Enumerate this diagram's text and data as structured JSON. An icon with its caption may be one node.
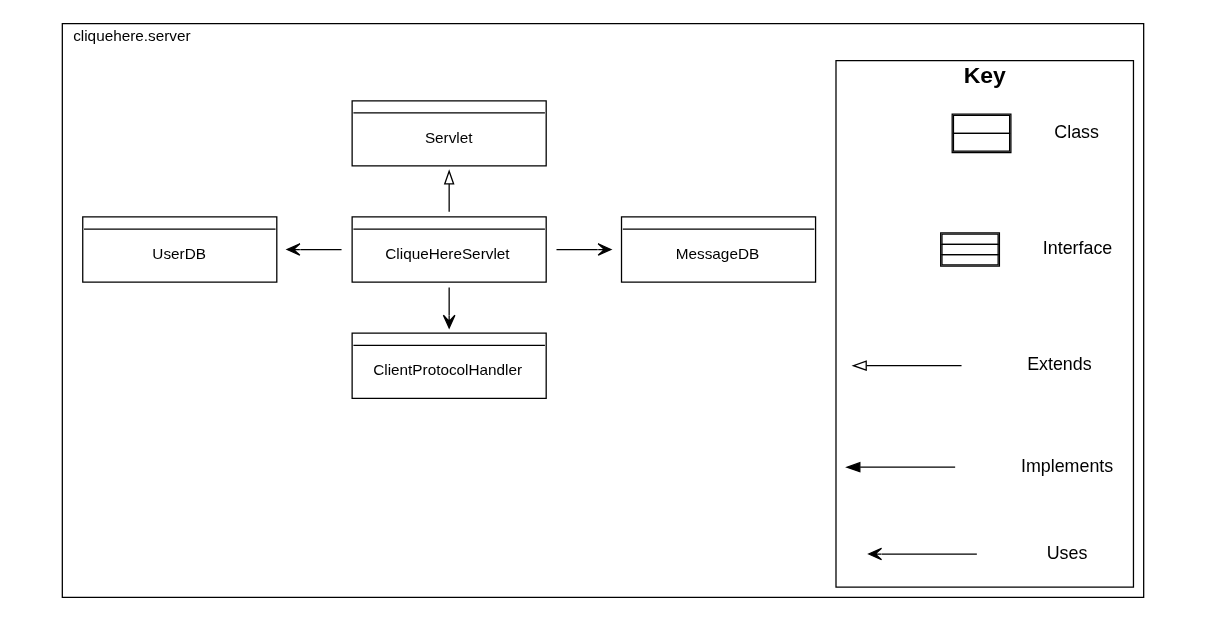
{
  "diagram": {
    "nodes": [
      {
        "text": [
          "cliquehere.server"
        ]
      },
      {
        "text": [
          "Key"
        ],
        "in": 0
      },
      {
        "text": [
          "Servlet"
        ],
        "in": 0
      },
      {
        "text": [
          "UserDB"
        ],
        "in": 0
      },
      {
        "text": [
          "CliqueHereServlet"
        ],
        "in": 0
      },
      {
        "text": [
          "MessageDB"
        ],
        "in": 0
      },
      {
        "text": [
          "ClientProtocolHandler"
        ],
        "in": 0
      }
    ],
    "edges": [
      {
        "from": 4,
        "to": 2,
        "arrow": "to"
      },
      {
        "from": 4,
        "to": 3,
        "arrow": "to"
      },
      {
        "from": 4,
        "to": 5,
        "arrow": "to"
      },
      {
        "from": 4,
        "to": 6,
        "arrow": "to"
      }
    ],
    "legend": [
      {
        "text": "Class"
      },
      {
        "text": "Interface"
      },
      {
        "text": "Extends"
      },
      {
        "text": "Implements"
      },
      {
        "text": "Uses"
      }
    ]
  }
}
